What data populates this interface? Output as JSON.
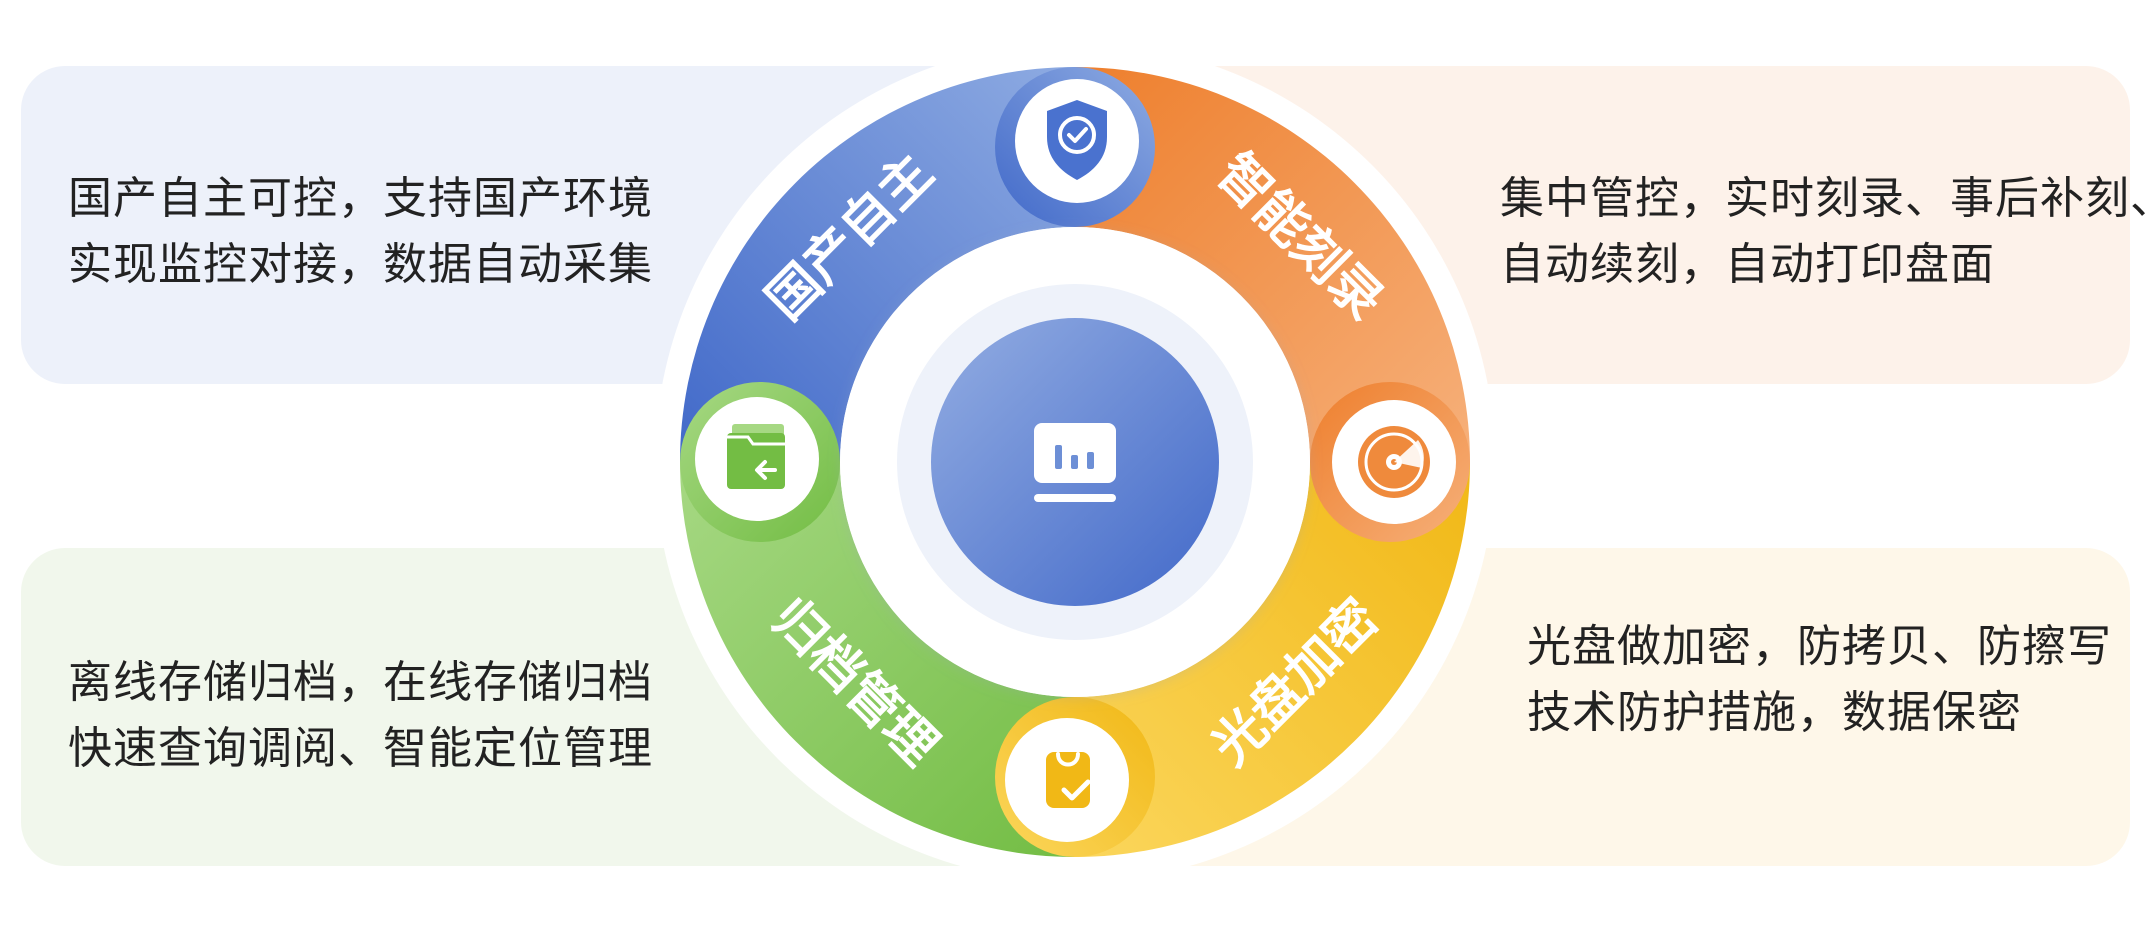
{
  "center": {
    "icon": "presentation-chart-icon"
  },
  "segments": [
    {
      "label": "国产自主",
      "icon": "shield-check-icon",
      "color_from": "#4169c9",
      "color_to": "#8eabe2",
      "description": [
        "国产自主可控，支持国产环境",
        "实现监控对接，数据自动采集"
      ],
      "panel_bg": "#edf1fa"
    },
    {
      "label": "智能刻录",
      "icon": "disc-burn-icon",
      "color_from": "#ee7f2d",
      "color_to": "#f6b07a",
      "description": [
        "集中管控，实时刻录、事后补刻、",
        "自动续刻，自动打印盘面"
      ],
      "panel_bg": "#fdf2ea"
    },
    {
      "label": "光盘加密",
      "icon": "bag-check-icon",
      "color_from": "#f1b816",
      "color_to": "#fbd65c",
      "description": [
        "光盘做加密，防拷贝、防擦写",
        "技术防护措施，数据保密"
      ],
      "panel_bg": "#fef7e9"
    },
    {
      "label": "归档管理",
      "icon": "folder-archive-icon",
      "color_from": "#73bd44",
      "color_to": "#a6d883",
      "description": [
        "离线存储归档，在线存储归档",
        "快速查询调阅、智能定位管理"
      ],
      "panel_bg": "#f1f7ec"
    }
  ]
}
